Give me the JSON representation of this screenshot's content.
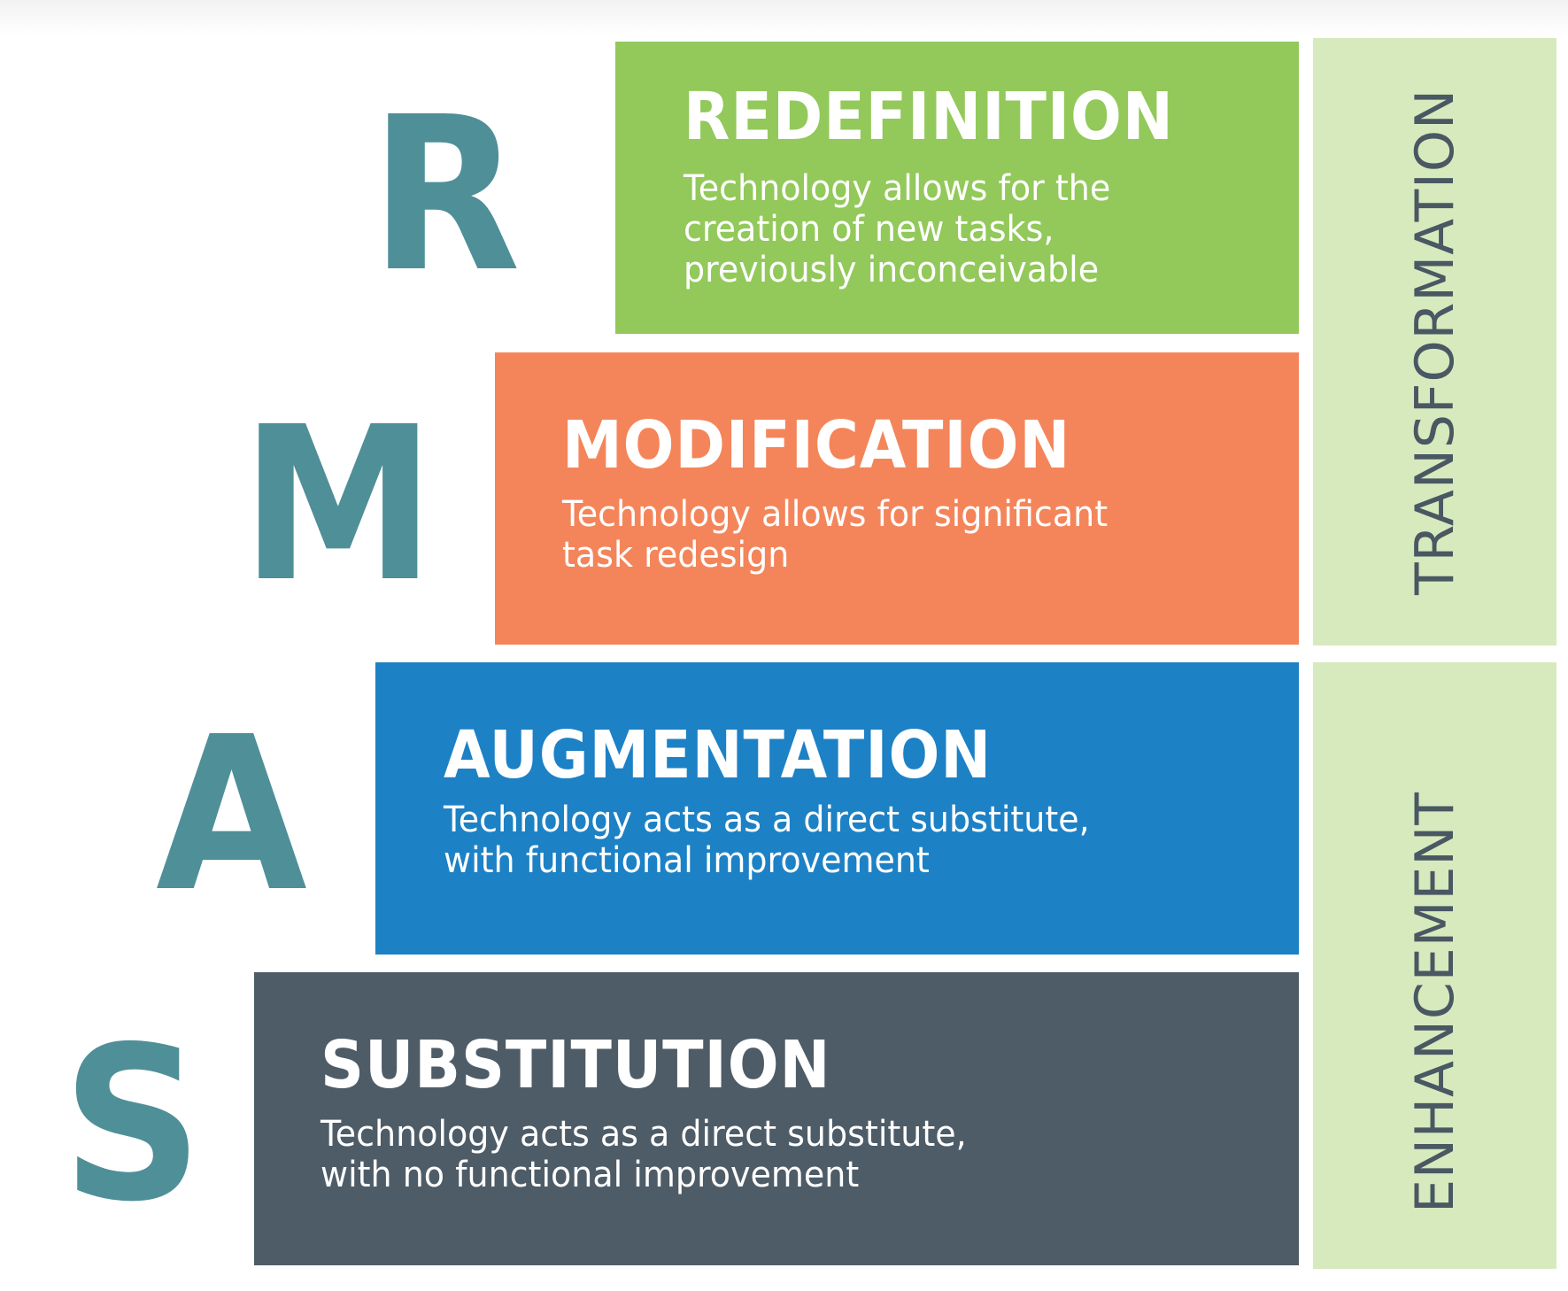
{
  "letters": [
    "R",
    "M",
    "A",
    "S"
  ],
  "levels": [
    {
      "title": "REDEFINITION",
      "description": "Technology allows for the\ncreation of new tasks,\npreviously inconceivable",
      "color": "#92c95a"
    },
    {
      "title": "MODIFICATION",
      "description": "Technology allows for significant\ntask redesign",
      "color": "#f4855a"
    },
    {
      "title": "AUGMENTATION",
      "description": "Technology acts as a direct substitute,\nwith functional improvement",
      "color": "#1d81c5"
    },
    {
      "title": "SUBSTITUTION",
      "description": "Technology acts as a direct substitute,\nwith no functional improvement",
      "color": "#4e5c67"
    }
  ],
  "categories": {
    "upper": "TRANSFORMATION",
    "lower": "ENHANCEMENT"
  }
}
